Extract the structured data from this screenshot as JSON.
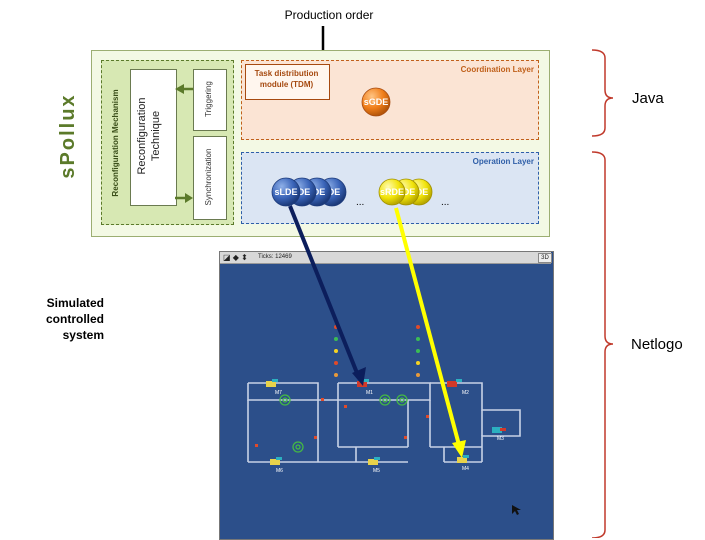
{
  "top_label": "Production order",
  "system_name": "sPollux",
  "reconfiguration": {
    "title": "Reconfiguration Mechanism",
    "technique_line1": "Reconfiguration",
    "technique_line2": "Technique",
    "triggering": "Triggering",
    "synchronization": "Synchronization"
  },
  "coordination_layer": {
    "title": "Coordination Layer",
    "tdm_line1": "Task distribution",
    "tdm_line2": "module (TDM)",
    "sgde": "sGDE"
  },
  "operation_layer": {
    "title": "Operation Layer",
    "slde": "sLDE",
    "slde_stack": [
      "DE",
      "DE",
      "DE"
    ],
    "srde": "sRDE",
    "srde_stack": [
      "DE",
      "DE"
    ],
    "ellipsis": "..."
  },
  "simulated": {
    "line1": "Simulated",
    "line2": "controlled",
    "line3": "system"
  },
  "netlogo_window": {
    "ticks_label": "Ticks: 12469",
    "mode_3d": "3D",
    "machines": [
      "M1",
      "M2",
      "M3",
      "M4",
      "M5",
      "M6",
      "M7"
    ]
  },
  "brackets": {
    "java": "Java",
    "netlogo": "Netlogo"
  },
  "colors": {
    "spollux_green": "#5b7a2a",
    "coordination_orange": "#c0601a",
    "operation_blue": "#2f5fa8",
    "bracket_red": "#c0392b",
    "netlogo_bg": "#2c4f8a",
    "slde_arrow": "#0c1e5c",
    "srde_arrow": "#ffff00"
  }
}
